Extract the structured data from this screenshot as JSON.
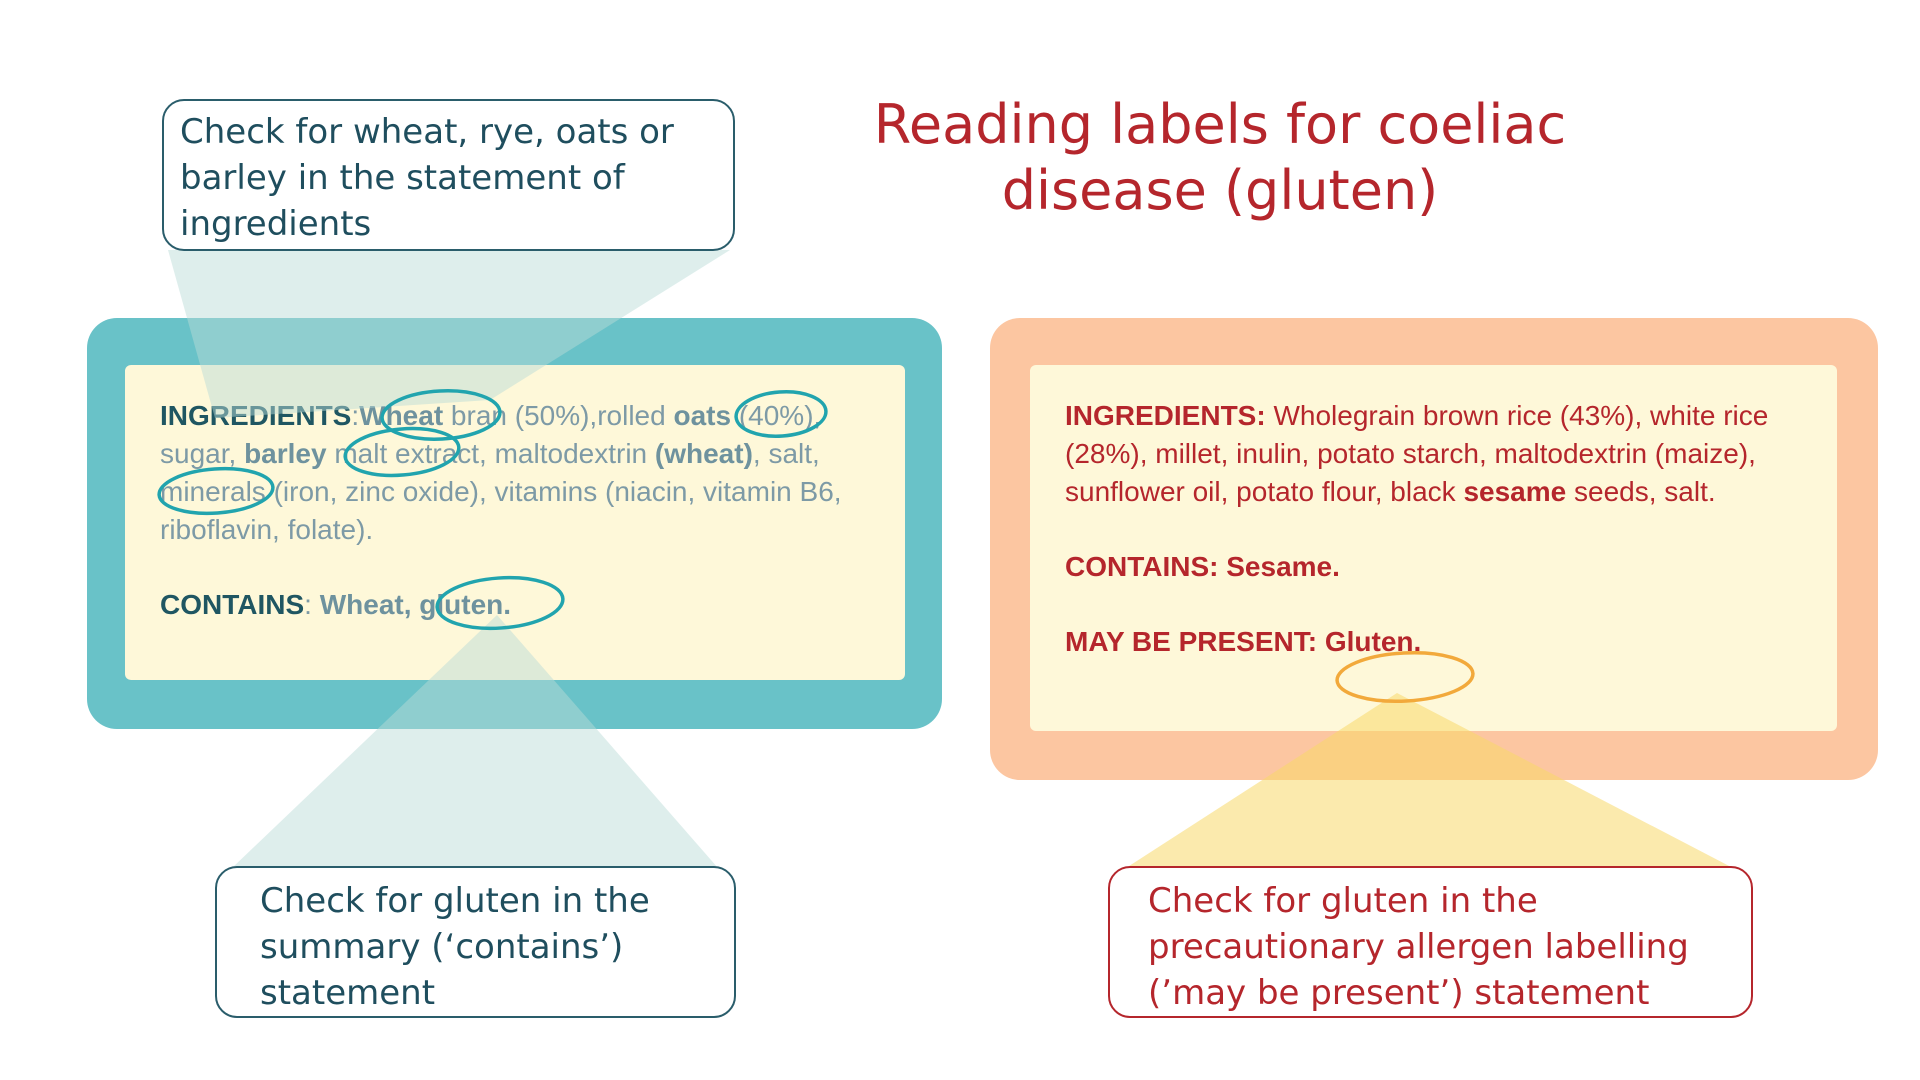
{
  "title": {
    "line1": "Reading labels for coeliac",
    "line2": "disease (gluten)"
  },
  "left_label": {
    "ingredients_key": "INGREDIENTS",
    "ingredients_colon": ":",
    "w1": "Wheat",
    "t1": " bran (50%),rolled ",
    "w2": "oats",
    "t2": " (40%), sugar, ",
    "w3": "barley",
    "t3": " malt extract, maltodextrin ",
    "w4": "(wheat)",
    "t4": ", salt, minerals (iron, zinc oxide), vitamins (niacin, vitamin B6, riboflavin, folate).",
    "contains_key": "CONTAINS",
    "contains_colon": ": ",
    "contains_value": "Wheat, gluten."
  },
  "right_label": {
    "ingredients_key": "INGREDIENTS:",
    "t1": " Wholegrain brown rice (43%), white rice (28%), millet, inulin, potato starch, maltodextrin (maize), sunflower oil, potato flour, black ",
    "w1": "sesame",
    "t2": " seeds, salt.",
    "contains": "CONTAINS: Sesame.",
    "may_key": "MAY BE PRESENT",
    "may_colon": ": ",
    "may_value": "Gluten."
  },
  "callouts": {
    "top_left": [
      "Check for wheat, rye, oats or",
      "barley in the statement of",
      "ingredients"
    ],
    "bottom_left": [
      "Check for gluten in the",
      "summary (‘contains’)",
      "statement"
    ],
    "bottom_right": [
      "Check for gluten in the",
      "precautionary allergen labelling",
      "(’may be present’) statement"
    ]
  },
  "colors": {
    "title_red": "#b5262c",
    "teal_frame": "#69c2c8",
    "peach_frame": "#fcc6a1",
    "label_bg": "#fef8d9",
    "dark_teal": "#1f4e5e"
  }
}
